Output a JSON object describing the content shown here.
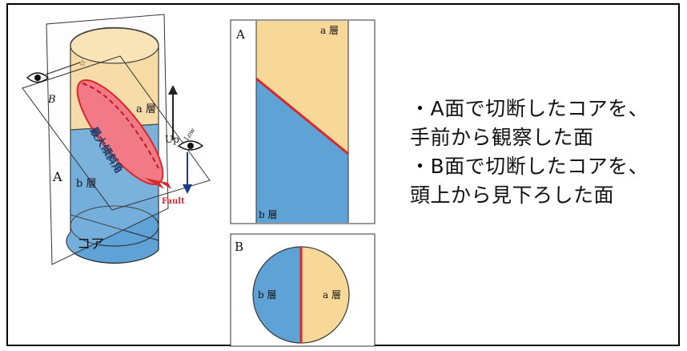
{
  "left_figure": {
    "layer_a": "a 層",
    "layer_b": "b 層",
    "plane_a": "A",
    "plane_b": "B",
    "core_label": "コア",
    "dip_label": "最大傾斜角",
    "up_label": "Up",
    "down_label": "Low",
    "fault_label": "Fault"
  },
  "panel_a": {
    "plane": "A",
    "top_layer": "a 層",
    "bottom_layer": "b 層"
  },
  "panel_b": {
    "plane": "B",
    "left_layer": "b 層",
    "right_layer": "a 層"
  },
  "notes": [
    "・A面で切断したコアを、",
    "手前から観察した面",
    "・B面で切断したコアを、",
    "頭上から見下ろした面"
  ],
  "colors": {
    "layer_a": "#f7d898",
    "layer_b": "#5fa3d6",
    "fault": "#e23b3b",
    "fault_fill": "#f27a86"
  }
}
